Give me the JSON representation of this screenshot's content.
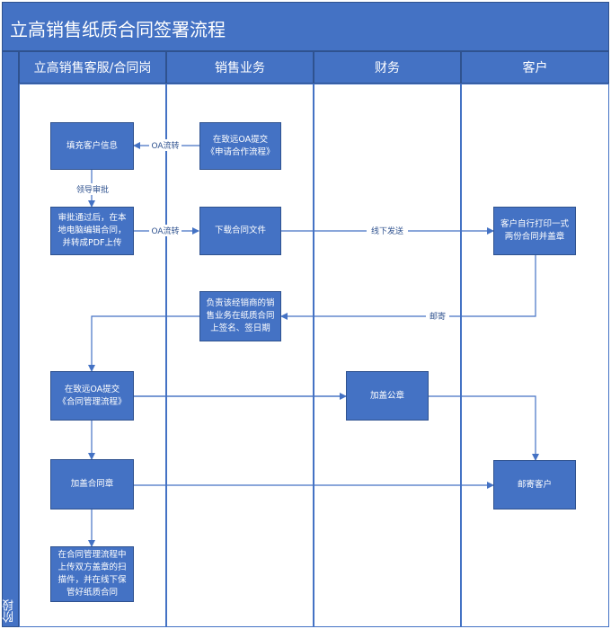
{
  "title": "立高销售纸质合同签署流程",
  "stage_label": "阶段",
  "lanes": [
    "立高销售客服/合同岗",
    "销售业务",
    "财务",
    "客户"
  ],
  "boxes": {
    "fill_customer": "填充客户信息",
    "submit_oa_apply": "在致远OA提交\n《申请合作流程》",
    "edit_contract": "审批通过后，在本\n地电脑编辑合同，\n并转成PDF上传",
    "download_contract": "下载合同文件",
    "customer_print": "客户自行打印一式\n两份合同并盖章",
    "sales_sign": "负责该经销商的销\n售业务在纸质合同\n上签名、签日期",
    "submit_oa_manage": "在致远OA提交\n《合同管理流程》",
    "finance_stamp": "加盖公章",
    "stamp_contract": "加盖合同章",
    "mail_customer": "邮寄客户",
    "upload_archive": "在合同管理流程中\n上传双方盖章的扫\n描件，并在线下保\n管好纸质合同"
  },
  "edge_labels": {
    "oa_flow_1": "OA流转",
    "leader_approval": "领导审批",
    "oa_flow_2": "OA流转",
    "offline_send": "线下发送",
    "mail": "邮寄"
  },
  "colors": {
    "fill": "#4472C4",
    "border": "#2F528F",
    "text": "#FFFFFF"
  }
}
